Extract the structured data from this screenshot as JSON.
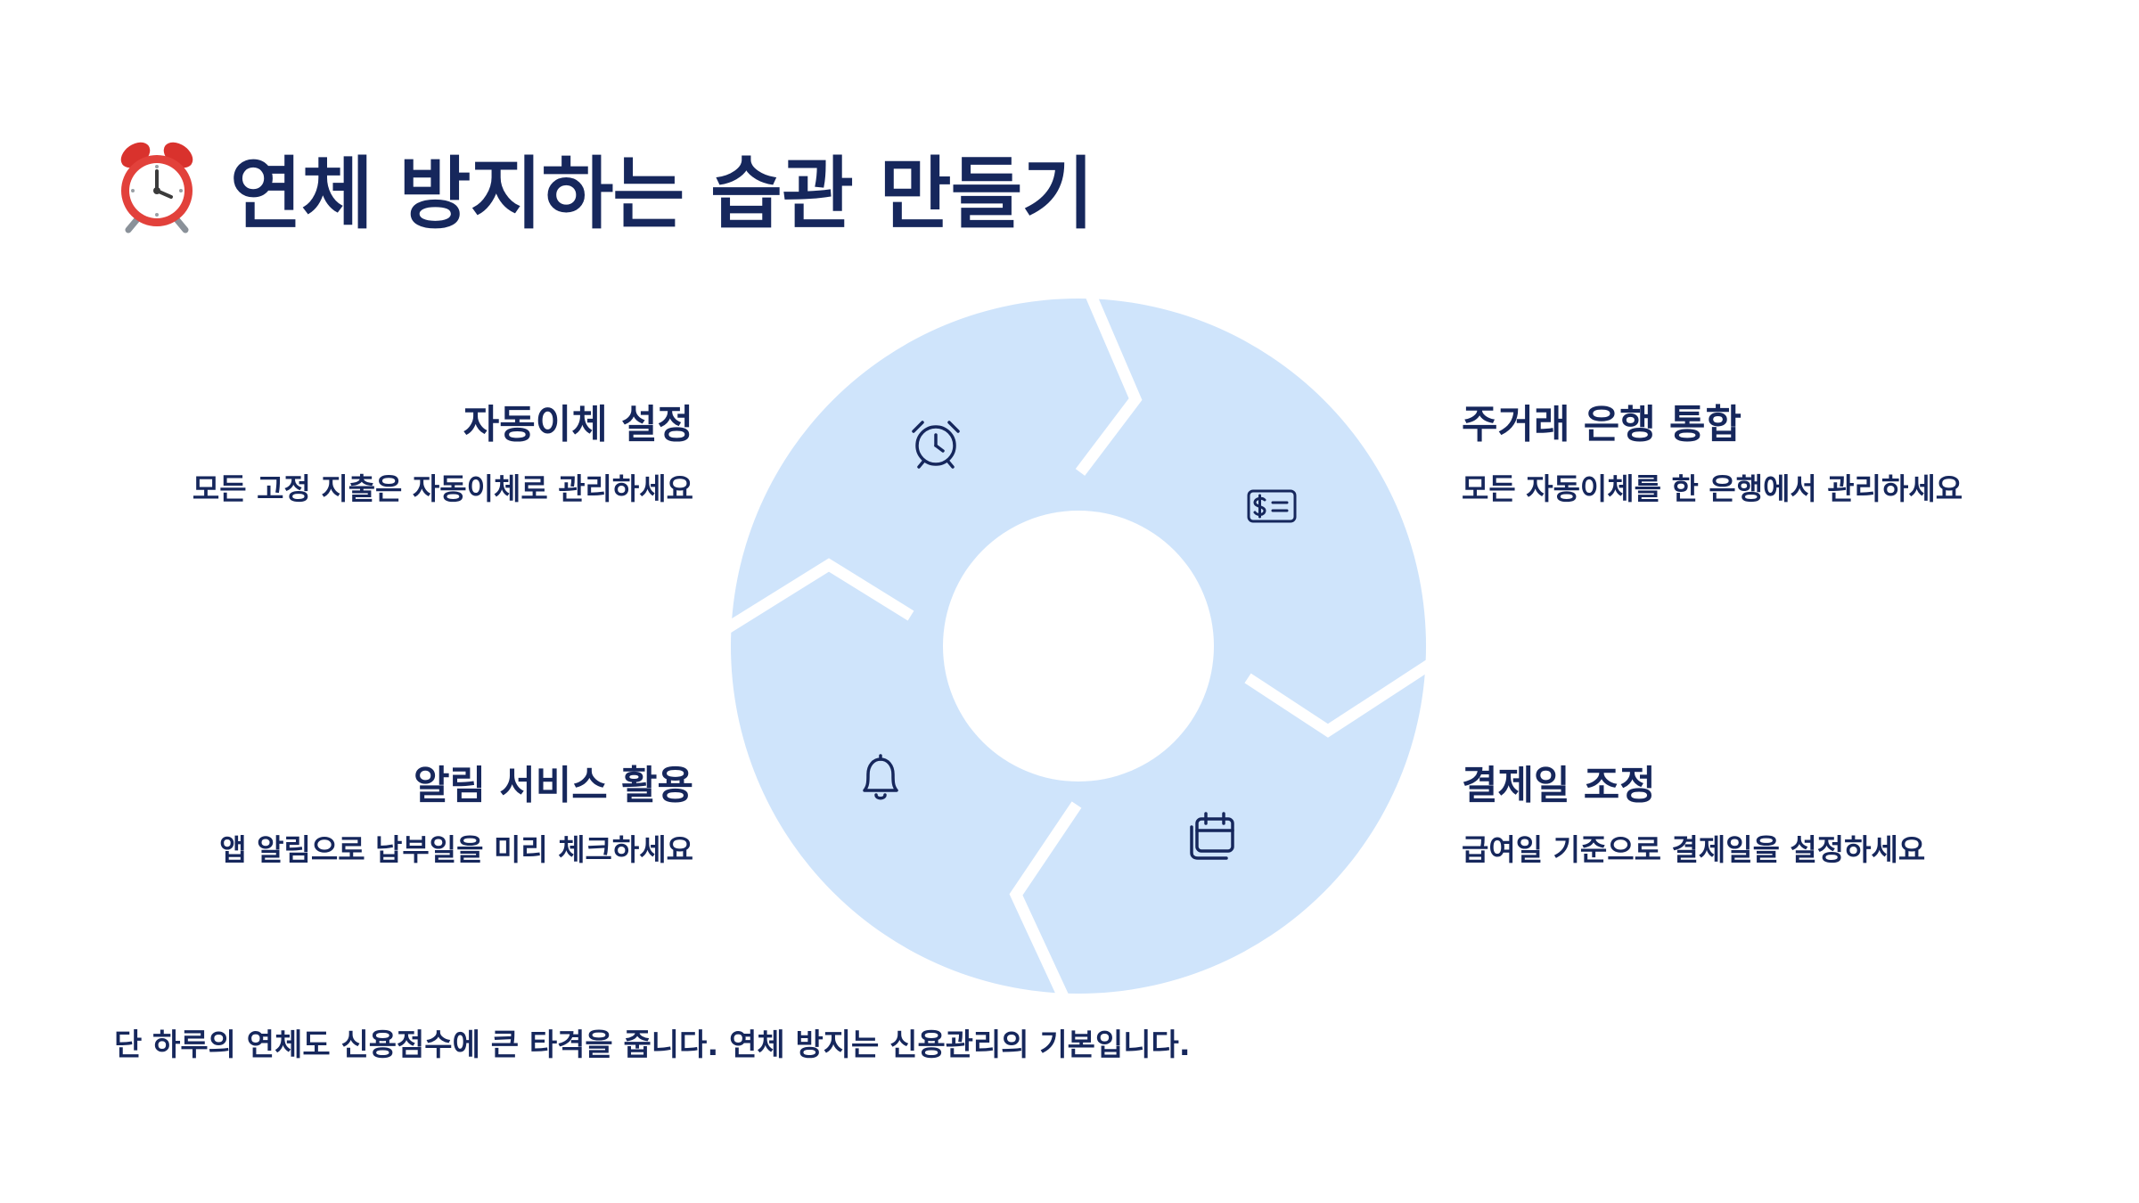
{
  "title": {
    "icon": "alarm-clock-icon",
    "text": "연체 방지하는 습관 만들기"
  },
  "colors": {
    "title_text": "#16275c",
    "segment_fill": "#cfe4fb",
    "icon_stroke": "#16275c",
    "background": "#ffffff"
  },
  "steps": [
    {
      "title": "자동이체 설정",
      "description": "모든 고정 지출은 자동이체로 관리하세요",
      "icon": "alarm-clock-icon"
    },
    {
      "title": "주거래 은행 통합",
      "description": "모든 자동이체를 한 은행에서 관리하세요",
      "icon": "bank-card-icon"
    },
    {
      "title": "결제일 조정",
      "description": "급여일 기준으로 결제일을 설정하세요",
      "icon": "calendar-icon"
    },
    {
      "title": "알림 서비스 활용",
      "description": "앱 알림으로 납부일을 미리 체크하세요",
      "icon": "bell-icon"
    }
  ],
  "footer": "단 하루의 연체도 신용점수에 큰 타격을 줍니다. 연체 방지는 신용관리의 기본입니다."
}
